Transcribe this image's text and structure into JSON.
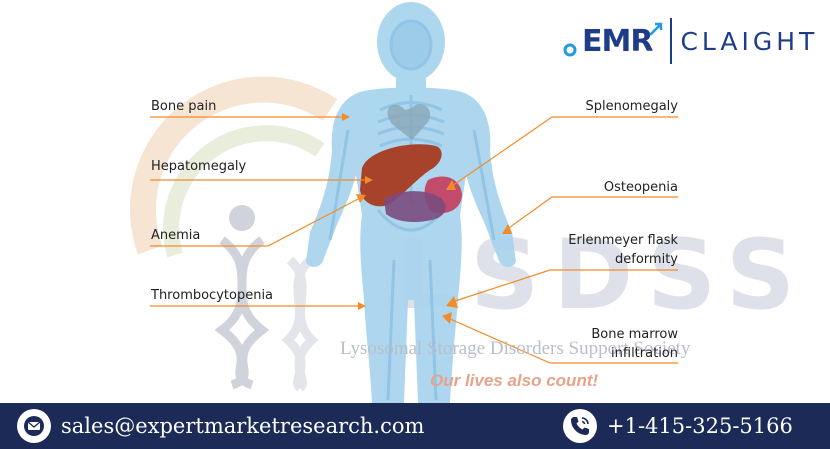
{
  "brand": {
    "part1": "EMR",
    "part2": "CLAIGHT"
  },
  "watermark": {
    "letters": "LSDSS",
    "name": "Lysosomal Storage Disorders Support Society",
    "tagline": "Our lives also count!"
  },
  "labels": {
    "bone_pain": "Bone pain",
    "hepatomegaly": "Hepatomegaly",
    "anemia": "Anemia",
    "thrombocytopenia": "Thrombocytopenia",
    "splenomegaly": "Splenomegaly",
    "osteopenia": "Osteopenia",
    "erlenmeyer_line1": "Erlenmeyer flask",
    "erlenmeyer_line2": "deformity",
    "bone_marrow_line1": "Bone marrow",
    "bone_marrow_line2": "infiltration"
  },
  "footer": {
    "email": "sales@expertmarketresearch.com",
    "phone": "+1-415-325-5166",
    "email_icon": "mail-icon",
    "phone_icon": "phone-icon"
  },
  "colors": {
    "leader_line": "#f28c28",
    "body": "#a7d3ee",
    "footer_bg": "#1b2a57",
    "brand": "#1f3c88",
    "liver": "#a8432b"
  }
}
